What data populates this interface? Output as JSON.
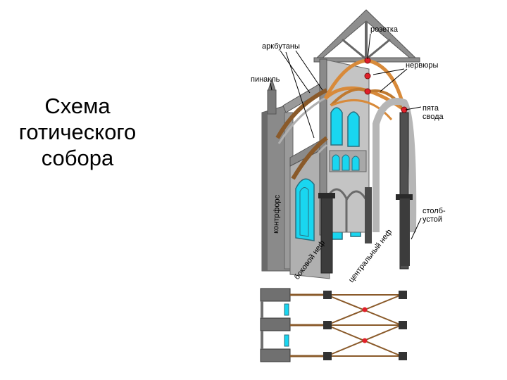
{
  "title": {
    "line1": "Схема",
    "line2": "готического",
    "line3": "собора"
  },
  "labels": {
    "rozetka": "розетка",
    "arkbutany": "аркбутаны",
    "nervury": "нервюры",
    "pinakl": "пинакль",
    "pyata_line1": "пята",
    "pyata_line2": "свода",
    "kontrfors": "контрфорс",
    "stolb_line1": "столб-",
    "stolb_line2": "устой",
    "bokovoy_nef": "боковой неф",
    "centralny_nef": "центральный неф"
  },
  "colors": {
    "stone": "#9a9a9a",
    "stone_dark": "#6e6e6e",
    "stone_light": "#c4c4c4",
    "glass": "#19d6f0",
    "rib": "#d88a3a",
    "rib_dark": "#8a4f1e",
    "joint": "#e0202a",
    "pillar": "#3a3a3a"
  }
}
